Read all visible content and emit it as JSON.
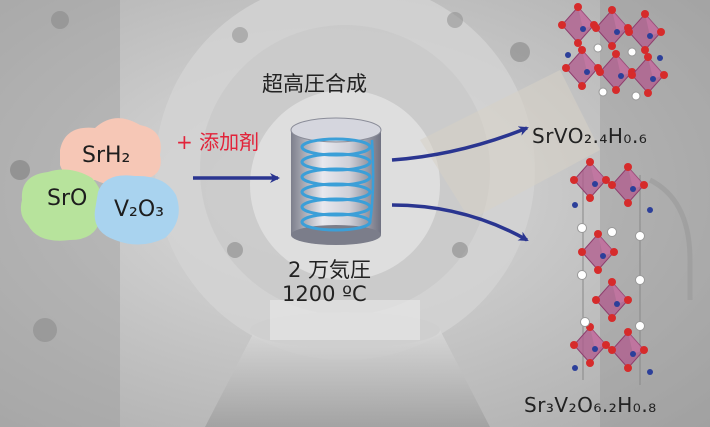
{
  "title": "超高圧合成",
  "additive": "+ 添加剤",
  "reactants": [
    "SrH₂",
    "SrO",
    "V₂O₃"
  ],
  "conditions": {
    "pressure": "2 万気圧",
    "temperature": "1200 ºC"
  },
  "products": [
    "SrVO₂.₄H₀.₆",
    "Sr₃V₂O₆.₂H₀.₈"
  ],
  "colors": {
    "srh2_blob": "#f6c7b6",
    "sro_blob": "#b7e39c",
    "v2o3_blob": "#a9d3ef",
    "arrow": "#2a3590",
    "additive_text": "#e2233a",
    "coil": "#3b9fd8",
    "octahedron": "#b05a8c",
    "oxygen_atom": "#d62b2b",
    "hydrogen_atom": "#ffffff"
  }
}
